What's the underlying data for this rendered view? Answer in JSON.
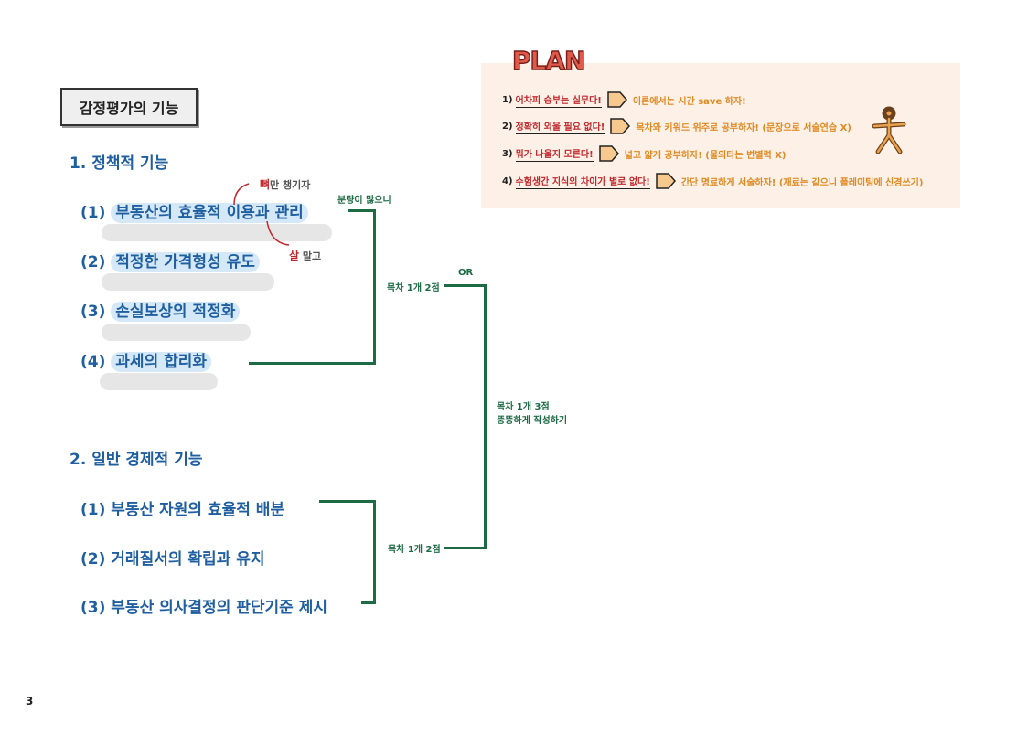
{
  "page": {
    "title_box": "감정평가의 기능",
    "page_number": "3"
  },
  "section1": {
    "heading": "1. 정책적 기능",
    "items": [
      {
        "num": "(1)",
        "text": "부동산의 효율적 이용과 관리"
      },
      {
        "num": "(2)",
        "text": "적정한 가격형성 유도"
      },
      {
        "num": "(3)",
        "text": "손실보상의 적정화"
      },
      {
        "num": "(4)",
        "text": "과세의 합리화"
      }
    ]
  },
  "section2": {
    "heading": "2. 일반 경제적 기능",
    "items": [
      {
        "num": "(1)",
        "text": "부동산 자원의 효율적 배분"
      },
      {
        "num": "(2)",
        "text": "거래질서의 확립과 유지"
      },
      {
        "num": "(3)",
        "text": "부동산 의사결정의 판단기준 제시"
      }
    ]
  },
  "annotations": {
    "bone_red": "뼈",
    "bone_rest": "만 챙기자",
    "flesh_red": "살",
    "flesh_rest": " 말고",
    "amount_note": "분량이 많으니",
    "or": "OR",
    "section1_note": "목차 1개 2점",
    "section2_note": "목차 1개 2점",
    "merge_note_1": "목차 1개 3점",
    "merge_note_2": "뚱뚱하게 작성하기"
  },
  "plan": {
    "title": "PLAN",
    "rows": [
      {
        "num": "1)",
        "left": "어차피 승부는 실무다!",
        "right": "이론에서는 시간 save 하자!"
      },
      {
        "num": "2)",
        "left": "정확히 외울 필요 없다!",
        "right": "목차와 키워드 위주로 공부하자! (문장으로 서술연습 X)"
      },
      {
        "num": "3)",
        "left": "뭐가 나올지 모른다!",
        "right": "넓고 얇게 공부하자! (물의타는 변별력 X)"
      },
      {
        "num": "4)",
        "left": "수험생간 지식의 차이가 별로 없다!",
        "right": "간단 명료하게 서술하자! (재료는 같으니 플레이팅에 신경쓰기)"
      }
    ]
  },
  "colors": {
    "heading_blue": "#1f5fa0",
    "highlight_blue": "#d4e8f8",
    "bracket_green": "#1d6b45",
    "plan_bg": "#fdf0e6",
    "plan_red": "#c0282d",
    "plan_orange": "#e08a22"
  }
}
